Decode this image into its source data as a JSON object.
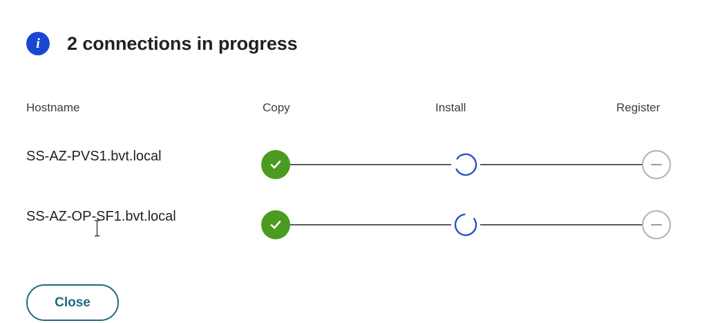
{
  "dialog": {
    "icon": "info-icon",
    "title": "2 connections in progress",
    "accent_blue": "#1b46d4",
    "accent_teal": "#1b6b7c",
    "status_done_color": "#4a9b1f",
    "status_active_color": "#2a4fc4",
    "status_pending_color": "#b0b0b0"
  },
  "table": {
    "headers": {
      "hostname": "Hostname",
      "copy": "Copy",
      "install": "Install",
      "register": "Register"
    },
    "rows": [
      {
        "hostname": "SS-AZ-PVS1.bvt.local",
        "steps": [
          {
            "name": "copy",
            "state": "done"
          },
          {
            "name": "install",
            "state": "active"
          },
          {
            "name": "register",
            "state": "pending"
          }
        ]
      },
      {
        "hostname": "SS-AZ-OP-SF1.bvt.local",
        "steps": [
          {
            "name": "copy",
            "state": "done"
          },
          {
            "name": "install",
            "state": "active"
          },
          {
            "name": "register",
            "state": "pending"
          }
        ]
      }
    ]
  },
  "footer": {
    "close_label": "Close"
  }
}
